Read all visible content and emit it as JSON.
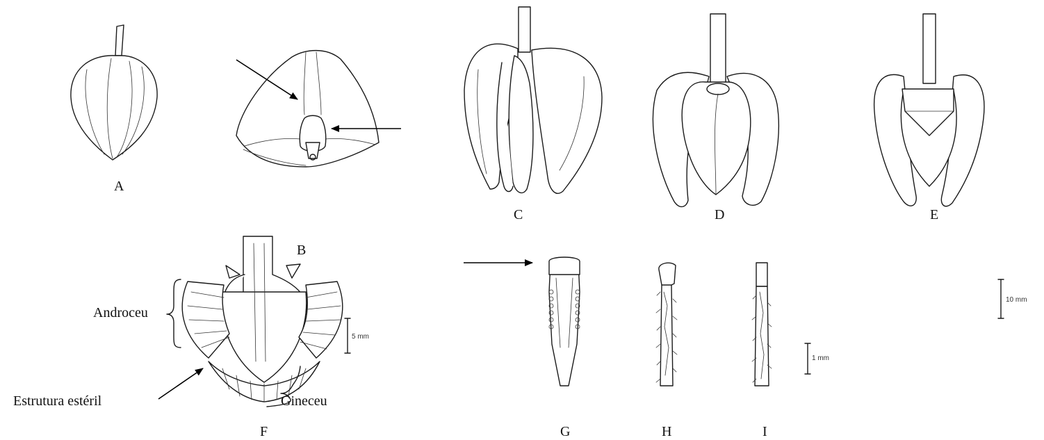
{
  "figure": {
    "panel_labels": {
      "A": "A",
      "B": "B",
      "C": "C",
      "D": "D",
      "E": "E",
      "F": "F",
      "G": "G",
      "H": "H",
      "I": "I"
    },
    "annotations": {
      "androceu": "Androceu",
      "gineceu": "Gineceu",
      "estrutura_esteril": "Estrutura estéril"
    },
    "scale_bars": {
      "flower": "10 mm",
      "section": "5 mm",
      "stamen": "1 mm"
    }
  }
}
